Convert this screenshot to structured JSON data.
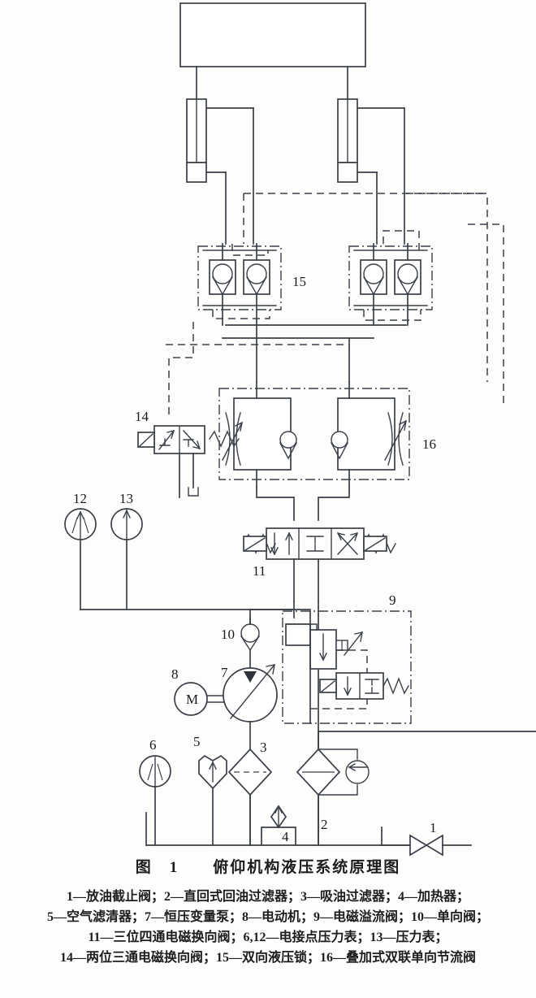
{
  "figure": {
    "label": "图　1",
    "title": "俯仰机构液压系统原理图",
    "title_full": "图　1　　俯仰机构液压系统原理图"
  },
  "legend_lines": [
    "1—放油截止阀；2—直回式回油过滤器；3—吸油过滤器；4—加热器；",
    "5—空气滤清器；7—恒压变量泵；8—电动机；9—电磁溢流阀；10—单向阀；",
    "11—三位四通电磁换向阀；6,12—电接点压力表；13—压力表；",
    "14—两位三通电磁换向阀；15—双向液压锁；16—叠加式双联单向节流阀"
  ],
  "components": [
    {
      "id": "1",
      "name": "放油截止阀",
      "en": "drain shut-off valve",
      "callout": "1"
    },
    {
      "id": "2",
      "name": "直回式回油过滤器",
      "en": "direct-return oil filter",
      "callout": "2"
    },
    {
      "id": "3",
      "name": "吸油过滤器",
      "en": "suction filter",
      "callout": "3"
    },
    {
      "id": "4",
      "name": "加热器",
      "en": "heater",
      "callout": "4"
    },
    {
      "id": "5",
      "name": "空气滤清器",
      "en": "air breather filter",
      "callout": "5"
    },
    {
      "id": "6",
      "name": "电接点压力表",
      "en": "electric-contact pressure gauge",
      "callout": "6"
    },
    {
      "id": "7",
      "name": "恒压变量泵",
      "en": "constant-pressure variable pump",
      "callout": "7"
    },
    {
      "id": "8",
      "name": "电动机",
      "en": "electric motor",
      "callout": "8"
    },
    {
      "id": "9",
      "name": "电磁溢流阀",
      "en": "solenoid relief valve",
      "callout": "9"
    },
    {
      "id": "10",
      "name": "单向阀",
      "en": "check valve",
      "callout": "10"
    },
    {
      "id": "11",
      "name": "三位四通电磁换向阀",
      "en": "3-position 4-way solenoid directional valve",
      "callout": "11"
    },
    {
      "id": "12",
      "name": "电接点压力表",
      "en": "electric-contact pressure gauge",
      "callout": "12"
    },
    {
      "id": "13",
      "name": "压力表",
      "en": "pressure gauge",
      "callout": "13"
    },
    {
      "id": "14",
      "name": "两位三通电磁换向阀",
      "en": "2-position 3-way solenoid directional valve",
      "callout": "14"
    },
    {
      "id": "15",
      "name": "双向液压锁",
      "en": "bidirectional hydraulic lock",
      "callout": "15"
    },
    {
      "id": "16",
      "name": "叠加式双联单向节流阀",
      "en": "stacked dual one-way throttle valve",
      "callout": "16"
    }
  ],
  "callouts": {
    "c1": "1",
    "c2": "2",
    "c3": "3",
    "c4": "4",
    "c5": "5",
    "c6": "6",
    "c7": "7",
    "c8": "8",
    "c9": "9",
    "c10": "10",
    "c11": "11",
    "c12": "12",
    "c13": "13",
    "c14": "14",
    "c15": "15",
    "c16": "16",
    "motor": "M"
  },
  "colors": {
    "line": "#3a3f48",
    "text": "#1a1a1a",
    "background": "#fdfdfc"
  }
}
